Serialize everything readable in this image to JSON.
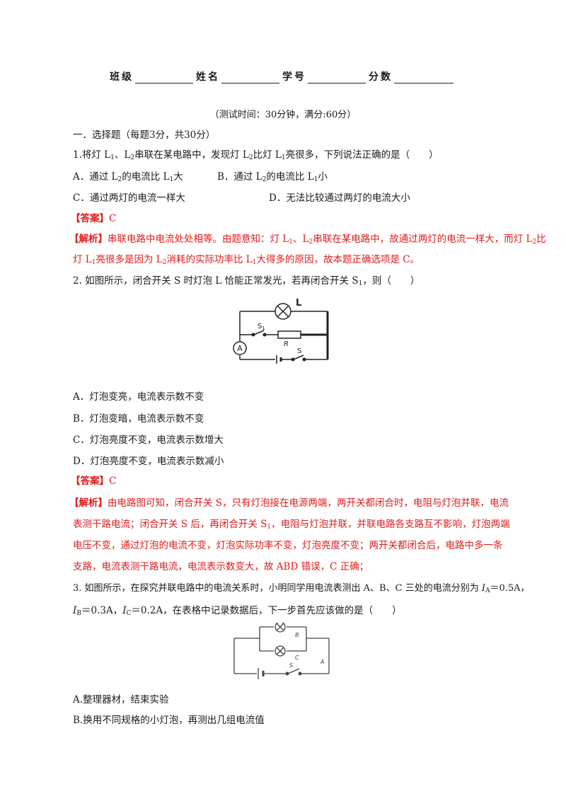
{
  "header": {
    "class_label": "班级",
    "name_label": "姓名",
    "id_label": "学号",
    "score_label": "分数"
  },
  "subtitle": "（测试时间：30分钟，满分:60分）",
  "section1": "一．选择题（每题3分，共30分）",
  "q1": {
    "stem_a": "1.将灯 L",
    "stem_b": "、L",
    "stem_c": "串联在某电路中，发现灯 L",
    "stem_d": "比灯 L",
    "stem_e": "亮很多，下列说法正确的是（　　）",
    "sub1": "1",
    "sub2": "2",
    "optA_a": "A．通过 L",
    "optA_b": "的电流比 L",
    "optA_c": "大",
    "optB_a": "B．通过 L",
    "optB_b": "的电流比 L",
    "optB_c": "小",
    "optC": "C．通过两灯的电流一样大",
    "optD": "D．无法比较通过两灯的电流大小",
    "answer_tag": "【答案】",
    "answer": "C",
    "analysis_tag": "【解析】",
    "analysis1_a": "串联电路中电流处处相等。由题意知：灯 L",
    "analysis1_b": "、L",
    "analysis1_c": "串联在某电路中，故通过两灯的电流一样大，而灯 L",
    "analysis1_d": "比",
    "analysis2_a": "灯 L",
    "analysis2_b": "亮很多是因为 L",
    "analysis2_c": "消耗的实际功率比 L",
    "analysis2_d": "大得多的原因，故本题正确选项是 C。"
  },
  "q2": {
    "stem_a": "2. 如图所示，闭合开关 S 时灯泡 L 恰能正常发光，若再闭合开关 S",
    "stem_b": "，则（　　）",
    "sub1": "1",
    "circuit": {
      "lamp_label": "L",
      "s1_label": "S",
      "s1_sub": "1",
      "r_label": "R",
      "s_label": "S",
      "ammeter_label": "A"
    },
    "optA": "A．灯泡变亮，电流表示数不变",
    "optB": "B．灯泡变暗，电流表示数不变",
    "optC": "C．灯泡亮度不变，电流表示数增大",
    "optD": "D．灯泡亮度不变，电流表示数减小",
    "answer_tag": "【答案】",
    "answer": "C",
    "analysis_tag": "【解析】",
    "analysis1": "由电路图可知，闭合开关 S，只有灯泡接在电源两端，两开关都闭合时，电阻与灯泡并联，电流",
    "analysis2_a": "表测干路电流；闭合开关 S 后，再闭合开关 S",
    "analysis2_b": "，电阻与灯泡并联，并联电路各支路互不影响，灯泡两端",
    "analysis3": "电压不变，通过灯泡的电流不变，灯泡实际功率不变，灯泡亮度不变；两开关都闭合后，电路中多一条",
    "analysis4": "支路，电流表测干路电流，电流表示数变大，故 ABD 错误，C 正确；"
  },
  "q3": {
    "stem1_a": "3. 如图所示，在探究并联电路中的电流关系时，小明同学用电流表测出 A、B、C 三处的电流分别为 ",
    "IA": "I",
    "IA_sub": "A",
    "IA_val": "＝0.5A，",
    "IB": "I",
    "IB_sub": "B",
    "IB_val": "＝0.3A，",
    "IC": "I",
    "IC_sub": "C",
    "IC_val": "＝0.2A，在表格中记录数据后，下一步首先应该做的是（　　）",
    "circuit": {
      "b_label": "B",
      "c_label": "C",
      "s_label": "S",
      "a_label": "A"
    },
    "optA": "A.整理器材，结束实验",
    "optB": "B.换用不同规格的小灯泡，再测出几组电流值"
  }
}
